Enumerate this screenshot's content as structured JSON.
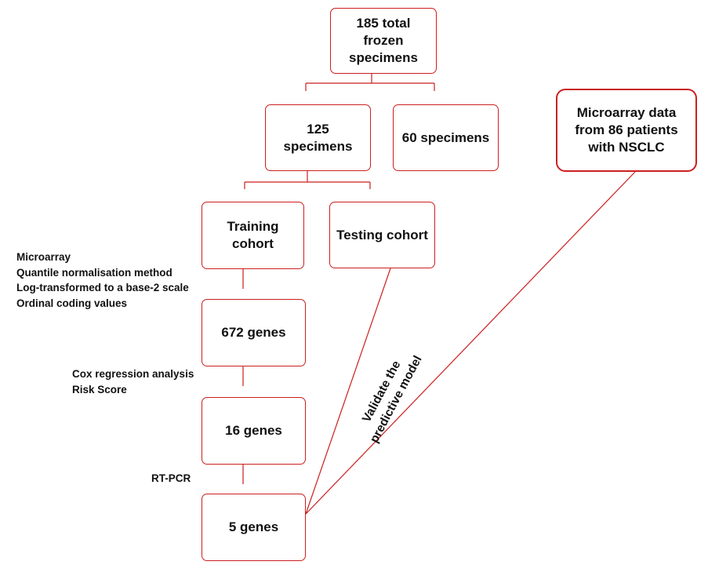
{
  "diagram": {
    "colors": {
      "line": "#cc1f1f",
      "text": "#111111"
    },
    "boxes": {
      "total": "185 total\nfrozen\nspecimens",
      "specimens_125": "125\nspecimens",
      "specimens_60": "60 specimens",
      "external": "Microarray data\nfrom 86 patients\nwith NSCLC",
      "training": "Training\ncohort",
      "testing": "Testing cohort",
      "genes_672": "672 genes",
      "genes_16": "16 genes",
      "genes_5": "5 genes"
    },
    "notes": {
      "preprocessing": [
        "Microarray",
        "Quantile normalisation method",
        "Log-transformed to a base-2 scale",
        "Ordinal coding values"
      ],
      "selection": [
        "Cox regression analysis",
        "Risk Score"
      ],
      "validation_method": "RT-PCR"
    },
    "validate_label": "Validate the\npredictive model"
  }
}
